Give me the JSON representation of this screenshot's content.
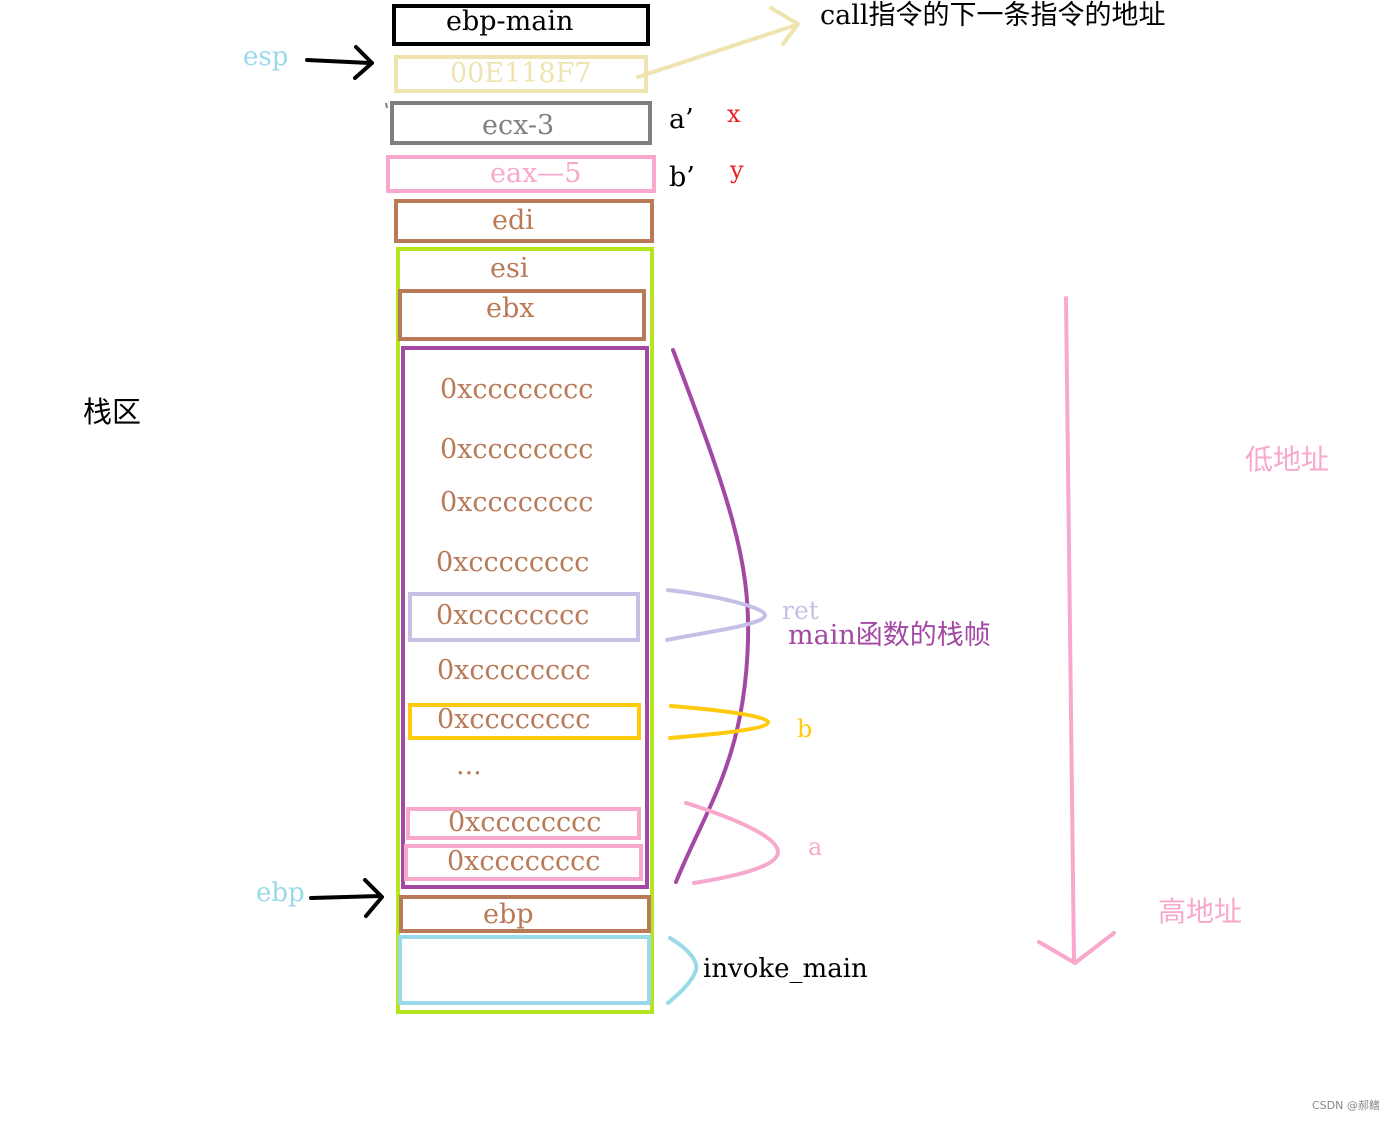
{
  "colors": {
    "black": "#000000",
    "esp_cyan": "#99d9ea",
    "cream": "#efe4b0",
    "gray": "#7f7f7f",
    "pink": "#f7a8cc",
    "brown": "#b97a57",
    "lime": "#b5e61d",
    "purple": "#a349a4",
    "lavender": "#c8bfe7",
    "gold": "#ffc90e",
    "red": "#ed1c24"
  },
  "stack": {
    "ebp_main": "ebp-main",
    "ret_addr": "00E118F7",
    "ecx": "ecx-3",
    "eax": "eax—5",
    "edi": "edi",
    "esi": "esi",
    "ebx": "ebx",
    "cells": [
      "0xcccccccc",
      "0xcccccccc",
      "0xcccccccc",
      "0xcccccccc",
      "0xcccccccc",
      "0xcccccccc",
      "0xcccccccc",
      "0xcccccccc",
      "0xcccccccc"
    ],
    "ellipsis": "...",
    "ebp": "ebp"
  },
  "labels": {
    "esp": "esp",
    "ebp": "ebp",
    "call_note": "call指令的下一条指令的地址",
    "a_prime": "a’",
    "b_prime": "b’",
    "x": "x",
    "y": "y",
    "stack_area": "栈区",
    "ret": "ret",
    "main_frame": "main函数的栈帧",
    "b": "b",
    "a": "a",
    "invoke_main": "invoke_main",
    "low_addr": "低地址",
    "high_addr": "高地址",
    "watermark": "CSDN @郝鳍"
  }
}
